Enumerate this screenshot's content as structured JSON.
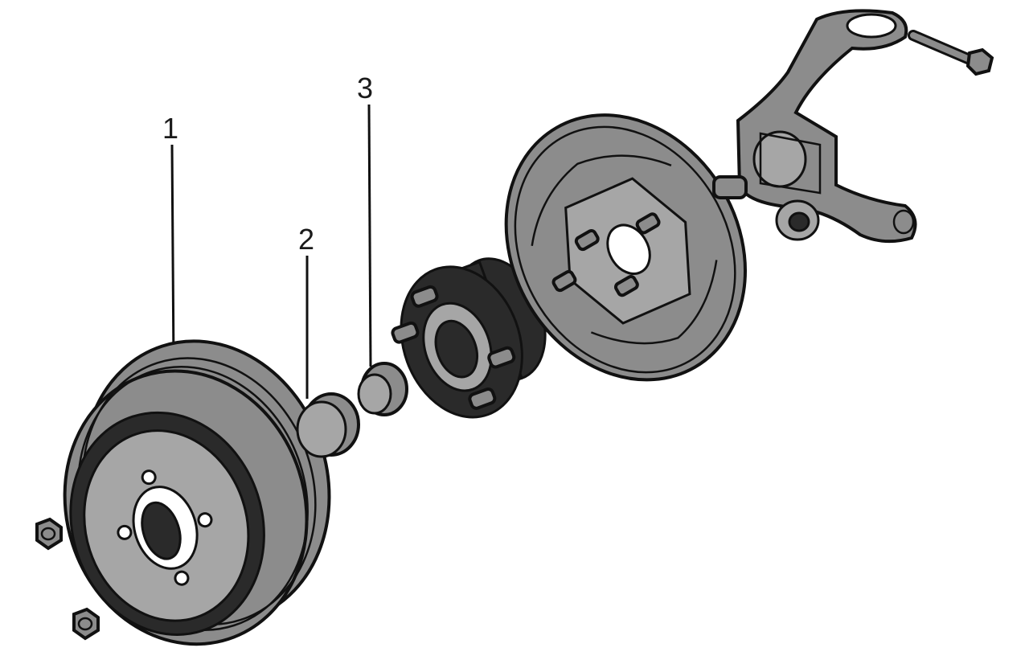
{
  "callouts": [
    {
      "id": "1",
      "label": "1"
    },
    {
      "id": "2",
      "label": "2"
    },
    {
      "id": "3",
      "label": "3"
    }
  ],
  "parts": [
    {
      "callout": "1",
      "icon": "brake-drum-icon"
    },
    {
      "callout": "2",
      "icon": "hub-cap-icon"
    },
    {
      "callout": "3",
      "icon": "hub-nut-icon"
    },
    {
      "callout": "",
      "icon": "wheel-hub-bearing-icon"
    },
    {
      "callout": "",
      "icon": "brake-backing-plate-icon"
    },
    {
      "callout": "",
      "icon": "steering-knuckle-icon"
    },
    {
      "callout": "",
      "icon": "bolt-icon"
    },
    {
      "callout": "",
      "icon": "wheel-nut-icon"
    }
  ],
  "colors": {
    "background": "#ffffff",
    "part_fill": "#8c8c8c",
    "outline": "#111111"
  }
}
